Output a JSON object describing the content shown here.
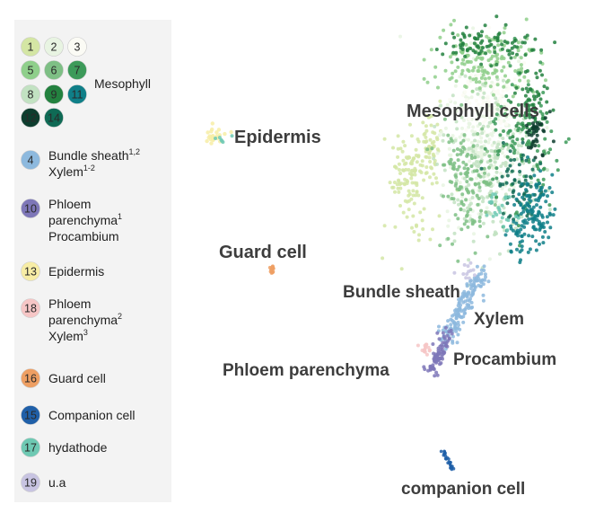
{
  "chart_data": {
    "type": "scatter",
    "title": "",
    "xlabel": "",
    "ylabel": "",
    "legend_placement": "left",
    "legend": [
      {
        "cluster": "1",
        "color": "#d4e6a4",
        "label": "Mesophyll"
      },
      {
        "cluster": "2",
        "color": "#e8f4e2",
        "label": "Mesophyll"
      },
      {
        "cluster": "3",
        "color": "#fbfbf5",
        "label": "Mesophyll"
      },
      {
        "cluster": "5",
        "color": "#8fcf8b",
        "label": "Mesophyll"
      },
      {
        "cluster": "6",
        "color": "#7ebf85",
        "label": "Mesophyll"
      },
      {
        "cluster": "7",
        "color": "#3c9a59",
        "label": "Mesophyll"
      },
      {
        "cluster": "8",
        "color": "#c2e2c2",
        "label": "Mesophyll"
      },
      {
        "cluster": "9",
        "color": "#23813f",
        "label": "Mesophyll"
      },
      {
        "cluster": "11",
        "color": "#0f7f88",
        "label": "Mesophyll"
      },
      {
        "cluster": "12",
        "color": "#0d3d2e",
        "label": "Mesophyll"
      },
      {
        "cluster": "14",
        "color": "#0f6a55",
        "label": "Mesophyll"
      },
      {
        "cluster": "4",
        "color": "#8db9de",
        "label": "Bundle sheath",
        "sup": "1,2",
        "label2": "Xylem",
        "sup2": "1-2"
      },
      {
        "cluster": "10",
        "color": "#7e77b8",
        "label": "Phloem",
        "label2": "parenchyma",
        "sup2": "1",
        "label3": "Procambium"
      },
      {
        "cluster": "13",
        "color": "#f7eda6",
        "label": "Epidermis"
      },
      {
        "cluster": "18",
        "color": "#f6c6c6",
        "label": "Phloem",
        "label2": "parenchyma",
        "sup2": "2",
        "label3": "Xylem",
        "sup3": "3"
      },
      {
        "cluster": "16",
        "color": "#ee9f63",
        "label": "Guard cell"
      },
      {
        "cluster": "15",
        "color": "#1f5fa8",
        "label": "Companion cell"
      },
      {
        "cluster": "17",
        "color": "#6ec9b3",
        "label": "hydathode"
      },
      {
        "cluster": "19",
        "color": "#c8c4e2",
        "label": "u.a"
      }
    ],
    "annotations": [
      "Epidermis",
      "Mesophyll cells",
      "Guard cell",
      "Bundle sheath",
      "Xylem",
      "Phloem parenchyma",
      "Procambium",
      "companion cell"
    ]
  }
}
